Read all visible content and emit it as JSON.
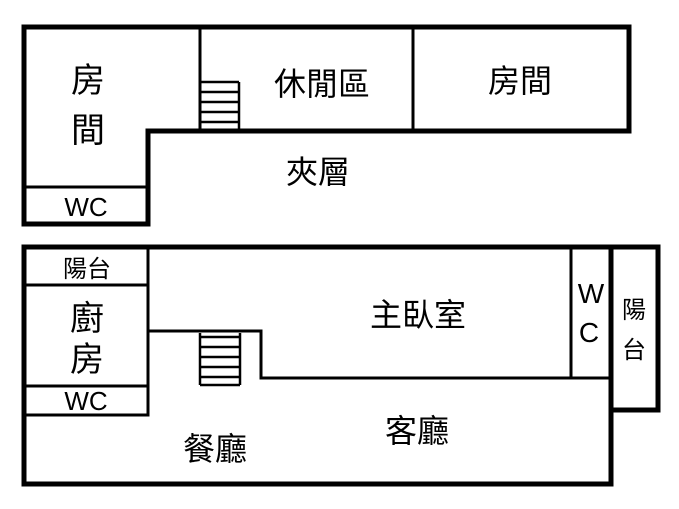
{
  "colors": {
    "wall": "#000000",
    "background": "#ffffff"
  },
  "mezzanine": {
    "room_left_line1": "房",
    "room_left_line2": "間",
    "wc_left": "WC",
    "lounge": "休閒區",
    "room_right": "房間",
    "mezzanine_label": "夾層"
  },
  "ground": {
    "balcony_left": "陽台",
    "kitchen_line1": "廚",
    "kitchen_line2": "房",
    "wc_left": "WC",
    "master_bedroom": "主臥室",
    "wc_right_line1": "W",
    "wc_right_line2": "C",
    "balcony_right_line1": "陽",
    "balcony_right_line2": "台",
    "dining": "餐廳",
    "living": "客廳"
  },
  "icons": [
    "stairs-icon"
  ]
}
